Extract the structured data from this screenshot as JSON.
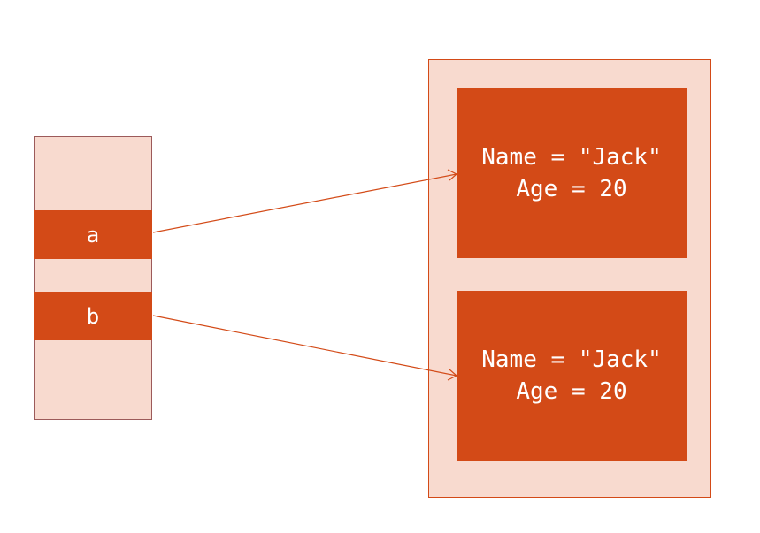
{
  "stack": {
    "variables": [
      {
        "label": "a"
      },
      {
        "label": "b"
      }
    ]
  },
  "heap": {
    "objects": [
      {
        "line1": "Name = \"Jack\"",
        "line2": "Age = 20"
      },
      {
        "line1": "Name = \"Jack\"",
        "line2": "Age = 20"
      }
    ]
  },
  "colors": {
    "accent": "#d34a17",
    "fill_light": "#f8dacf",
    "stack_border": "#9c5a5a",
    "text": "#ffffff"
  }
}
